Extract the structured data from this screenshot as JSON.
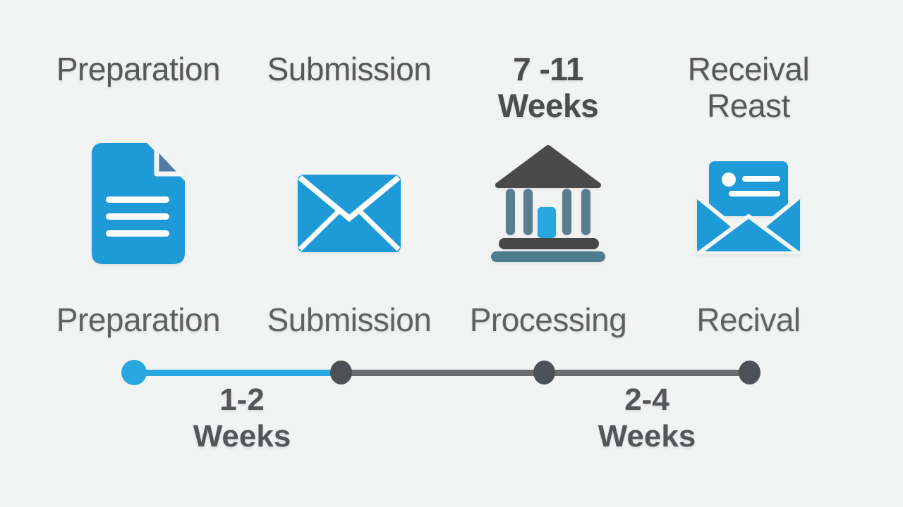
{
  "colors": {
    "background": "#f2f3f3",
    "icon_blue": "#1e9bd7",
    "fold_steel_blue": "#4e7ca8",
    "bank_roof_dark": "#4a4a4b",
    "bank_column_steel": "#5a7d8d",
    "bank_base_dark": "#474748",
    "bank_base_steel": "#4e7d8e",
    "timeline_active_blue": "#29a8e0",
    "timeline_rest_gray": "#6b6c6e",
    "timeline_dot_gray": "#4b5157",
    "label_text": "#57585a"
  },
  "stages": [
    {
      "id": "preparation",
      "top": [
        "Preparation"
      ],
      "icon": "document-icon",
      "bottom": "Preparation"
    },
    {
      "id": "submission",
      "top": [
        "Submission"
      ],
      "icon": "envelope-icon",
      "bottom": "Submission"
    },
    {
      "id": "processing",
      "top": [
        "7 -11",
        "Weeks"
      ],
      "icon": "bank-icon",
      "bottom": "Processing"
    },
    {
      "id": "receival",
      "top": [
        "Receival",
        "Reast"
      ],
      "icon": "open-envelope-icon",
      "bottom": "Recival"
    }
  ],
  "timeline": {
    "durations": [
      [
        "1-2",
        "Weeks"
      ],
      [
        "2-4",
        "Weeks"
      ]
    ]
  }
}
